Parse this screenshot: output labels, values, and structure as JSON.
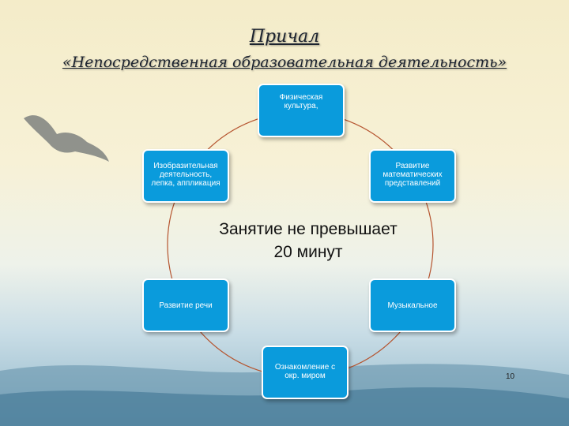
{
  "title": {
    "line1": "Причал",
    "line2": "«Непосредственная образовательная деятельность»"
  },
  "nodes": {
    "top": "Физическая культура,",
    "left": "Изобразительная деятельность, лепка, аппликация",
    "right": "Развитие математических представлений",
    "bottom_left": "Развитие речи",
    "bottom_right": "Музыкальное",
    "bottom": "Ознакомление с окр. миром"
  },
  "center": {
    "line1": "Занятие не превышает",
    "line2": "20  минут"
  },
  "page_number": "10",
  "colors": {
    "node_fill": "#0a9bdc",
    "ring": "#b5542f"
  }
}
